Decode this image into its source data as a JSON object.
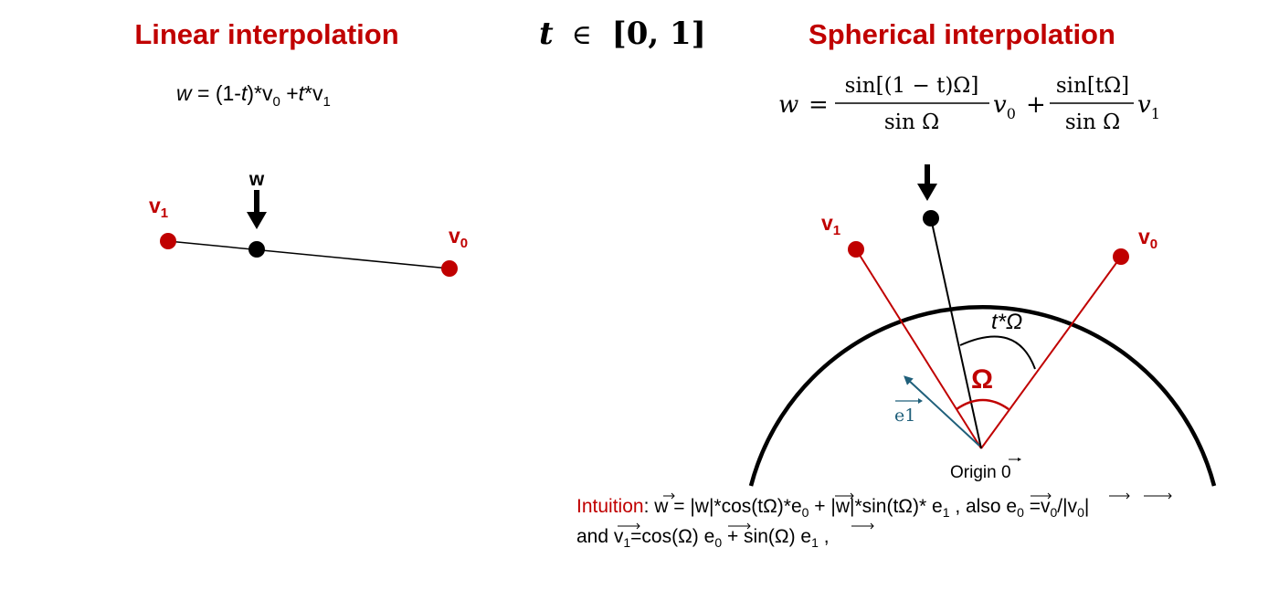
{
  "colors": {
    "red": "#c00000",
    "black": "#000000",
    "blue": "#1f5f7a"
  },
  "linear": {
    "title": "Linear interpolation",
    "formula": {
      "w": "w",
      "eq_open": " = (1-",
      "t1": "t",
      "star_v": ")*v",
      "sub0": "0",
      "plus": " +",
      "t2": "t",
      "star_v2": "*v",
      "sub1": "1"
    },
    "label_v1": "v",
    "label_v1_sub": "1",
    "label_v0": "v",
    "label_v0_sub": "0",
    "label_w": "w"
  },
  "range": {
    "t": "t",
    "in": "∈",
    "interval": "[0, 1]"
  },
  "spherical": {
    "title": "Spherical interpolation",
    "formula": {
      "w": "w",
      "eq": "=",
      "num1": "sin[(1 − t)Ω]",
      "den1": "sin Ω",
      "v0": "v",
      "v0_sub": "0",
      "plus": "+",
      "num2": "sin[tΩ]",
      "den2": "sin Ω",
      "v1": "v",
      "v1_sub": "1"
    },
    "label_v1": "v",
    "label_v1_sub": "1",
    "label_v0": "v",
    "label_v0_sub": "0",
    "label_t_omega": "t*Ω",
    "label_omega": "Ω",
    "label_e1": "e1",
    "label_origin": "Origin ",
    "label_origin_zero": "0"
  },
  "intuition": {
    "prefix": "Intuition",
    "colon": ": ",
    "w": "w",
    "part1": " = |w|*cos(tΩ)*",
    "e0": "e",
    "e0_sub": "0",
    "part2": " + |w|*sin(tΩ)* ",
    "e1": "e",
    "e1_sub": "1",
    "part3": " , also ",
    "e0b": "e",
    "e0b_sub": "0",
    "part4": " =",
    "v0": "v",
    "v0_sub": "0",
    "part5": "/|v",
    "part5_sub": "0",
    "part6": "|",
    "line2_and": "and ",
    "v1": "v",
    "v1_sub": "1",
    "part7": "=cos(Ω) ",
    "e0c": "e",
    "e0c_sub": "0",
    "part8": "  + sin(Ω) ",
    "e1c": "e",
    "e1c_sub": "1",
    "part9": " ,"
  }
}
